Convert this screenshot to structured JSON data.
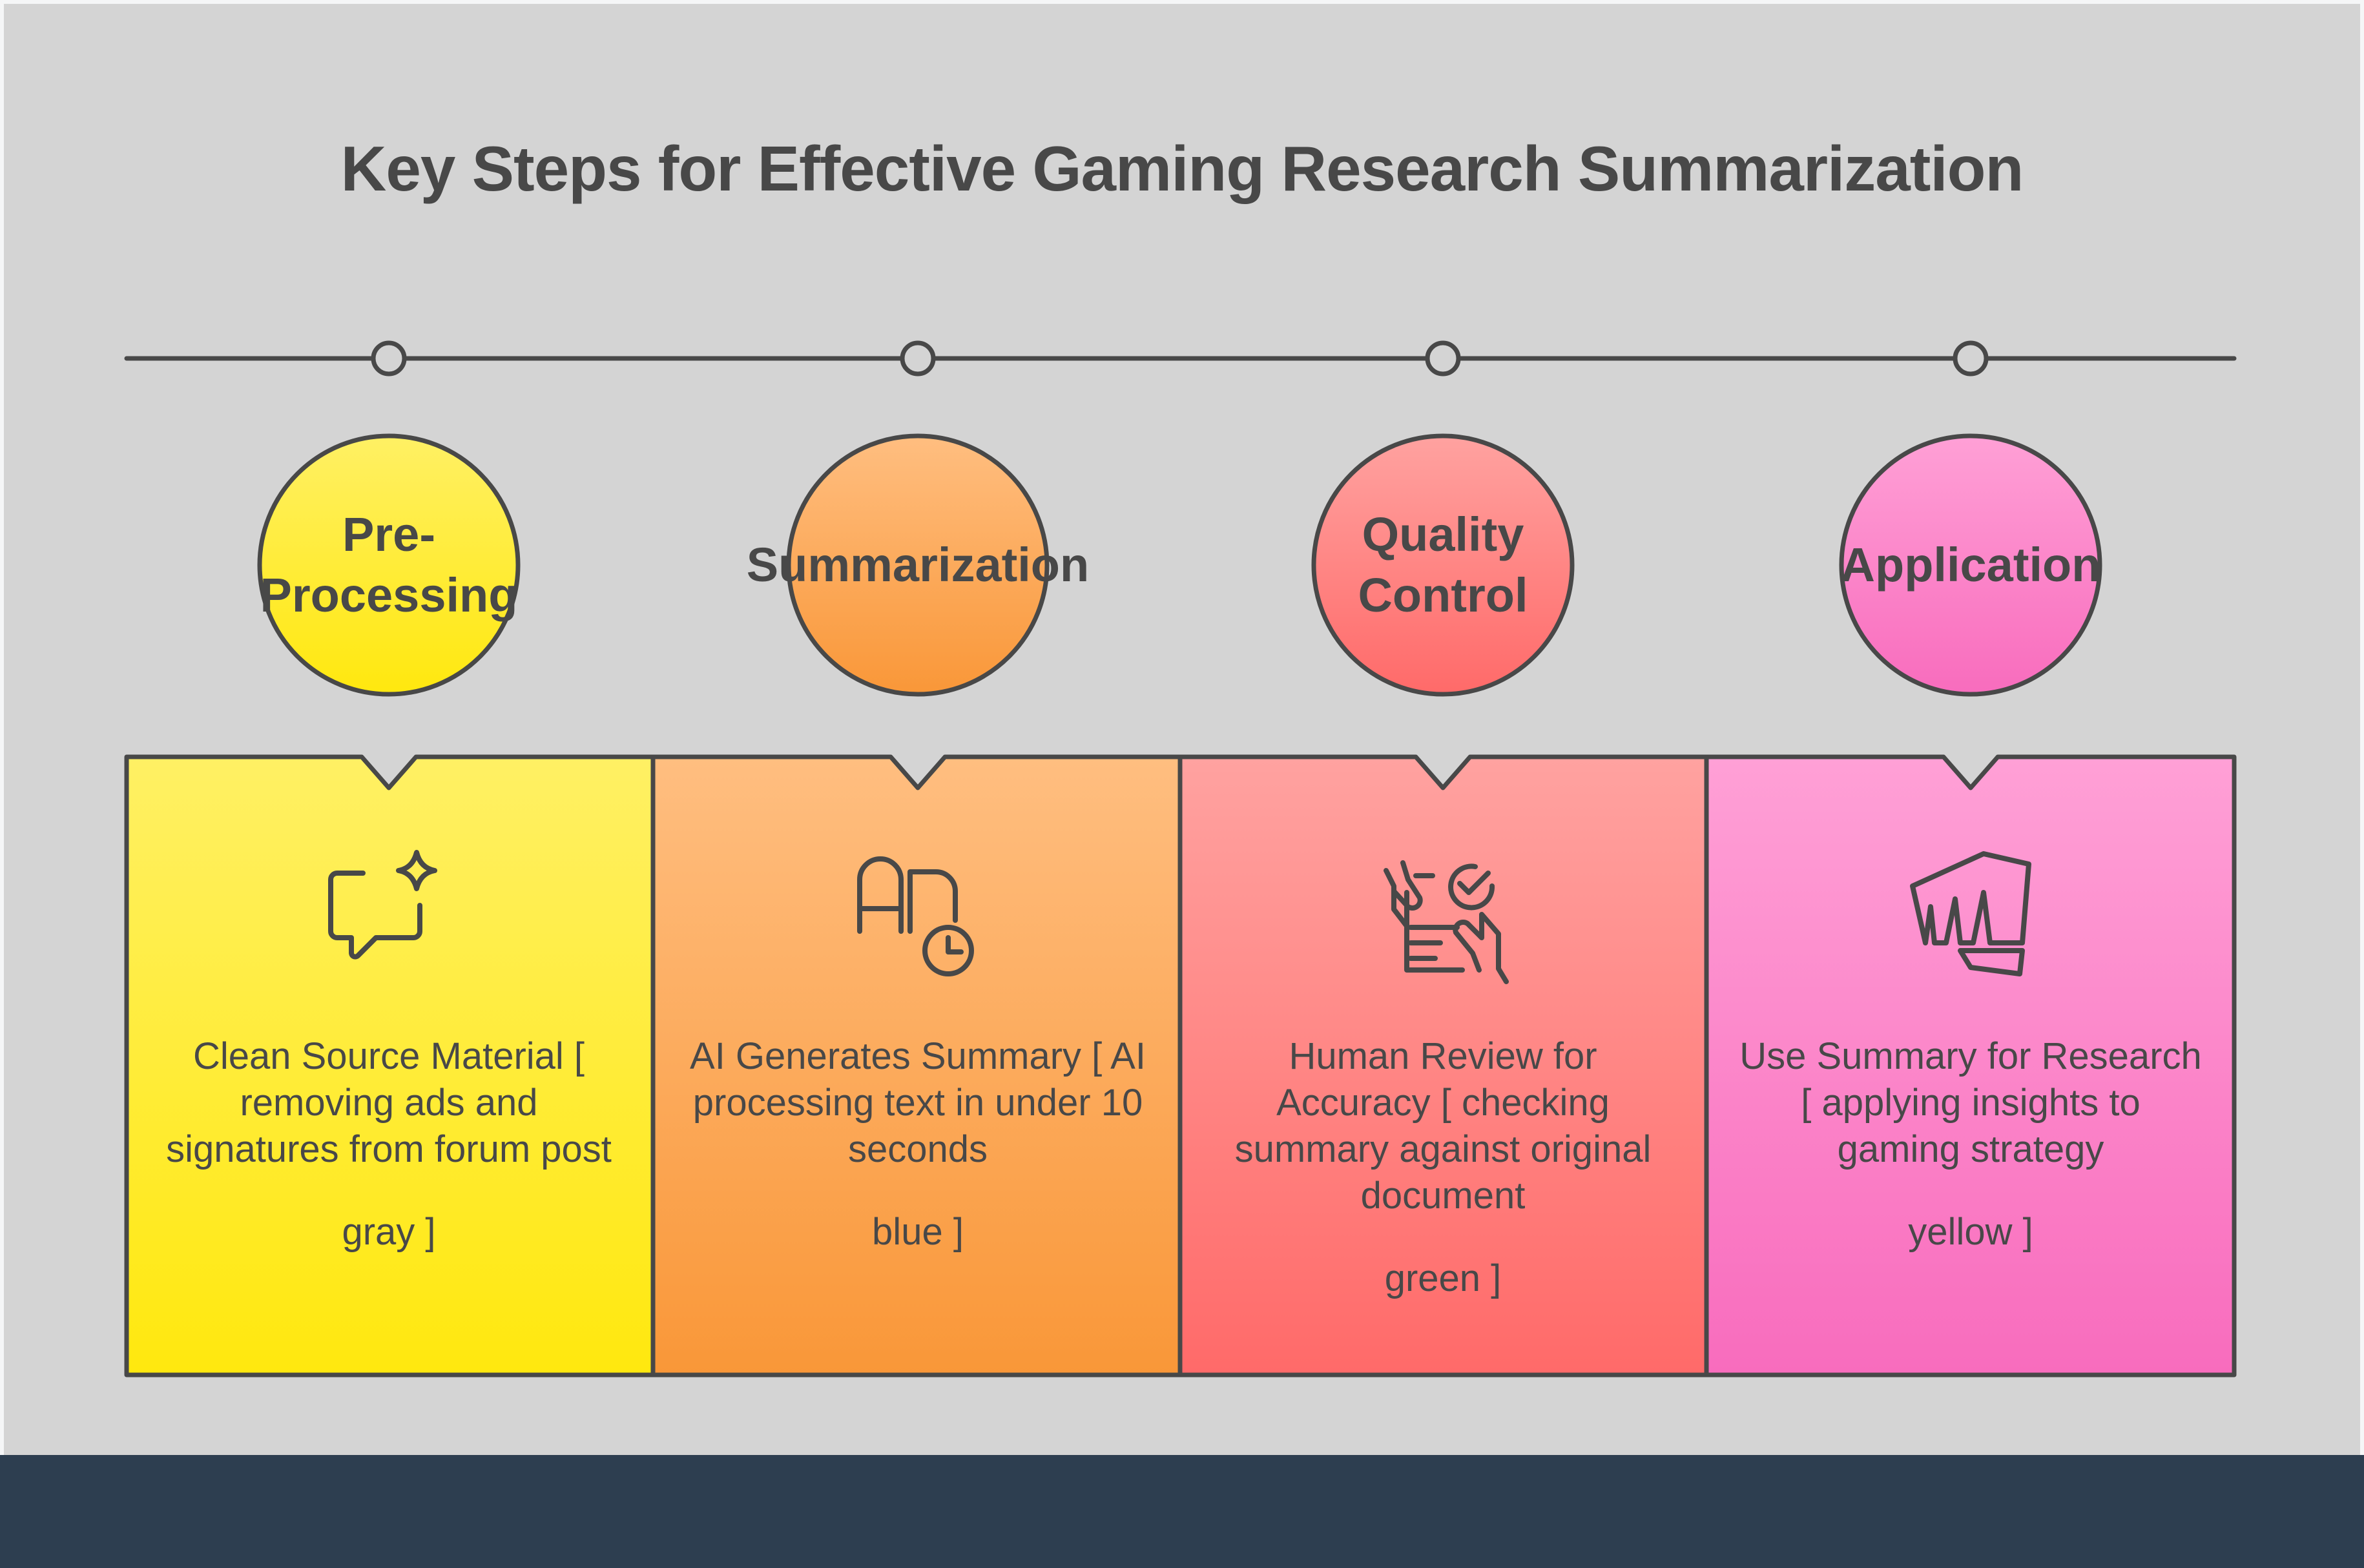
{
  "title": "Key Steps for Effective Gaming Research Summarization",
  "colors": {
    "canvas": "#d4d4d4",
    "stroke": "#484848",
    "footer": "#2d3e50"
  },
  "steps": [
    {
      "label": "Pre-\nProcessing",
      "icon": "chat-sparkle-icon",
      "gradient": [
        "#fff064",
        "#ffe80e"
      ],
      "text": "Clean Source Material [ removing ads and signatures from forum post",
      "tail": "gray ]"
    },
    {
      "label": "Summarization",
      "icon": "ai-clock-icon",
      "gradient": [
        "#ffbe80",
        "#f99738"
      ],
      "text": "AI Generates Summary [ AI processing text in under 10 seconds",
      "tail": "blue ]"
    },
    {
      "label": "Quality\nControl",
      "icon": "document-review-icon",
      "gradient": [
        "#ffa2a0",
        "#ff6a69"
      ],
      "text": "Human Review for Accuracy [ checking summary against original document",
      "tail": "green ]"
    },
    {
      "label": "Application",
      "icon": "fist-icon",
      "gradient": [
        "#ffa0d6",
        "#f86cbd"
      ],
      "text": "Use Summary for Research [ applying insights to gaming strategy",
      "tail": "yellow ]"
    }
  ]
}
